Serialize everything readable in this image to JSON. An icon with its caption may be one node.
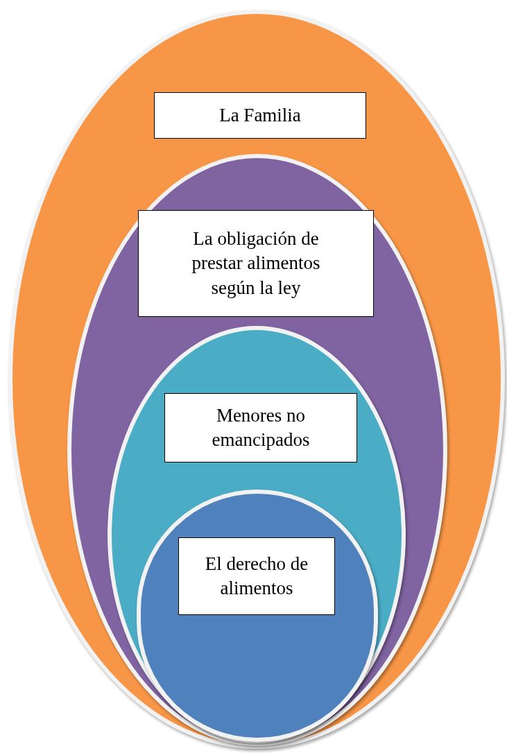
{
  "diagram": {
    "nodes": [
      {
        "text": [],
        "shape": "ellipse"
      },
      {
        "text": [
          "La Familia"
        ],
        "in": 0
      },
      {
        "text": [],
        "shape": "ellipse",
        "in": 0
      },
      {
        "text": [
          "La obligación de prestar alimentos según la ley"
        ],
        "in": 2
      },
      {
        "text": [],
        "shape": "ellipse",
        "in": 2
      },
      {
        "text": [
          "Menores no emancipados"
        ],
        "in": 4
      },
      {
        "text": [],
        "shape": "circle",
        "in": 4
      },
      {
        "text": [
          "El derecho de alimentos"
        ],
        "in": 6
      }
    ]
  }
}
